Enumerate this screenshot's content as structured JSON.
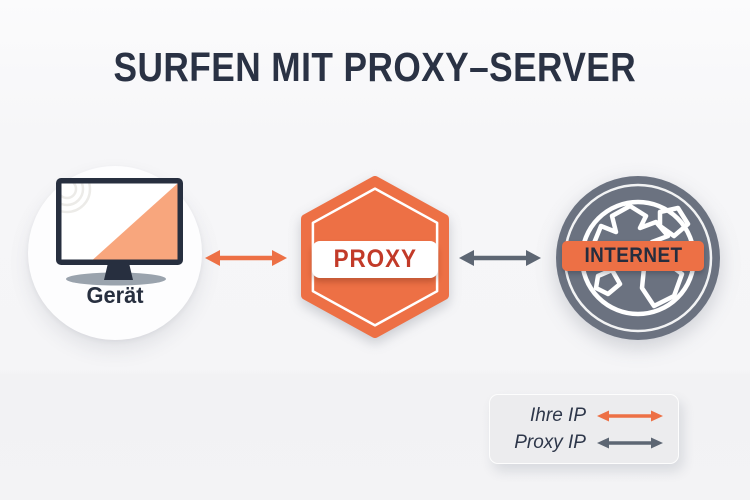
{
  "title": "SURFEN MIT PROXY–SERVER",
  "diagram": {
    "nodes": [
      {
        "id": "device",
        "label": "Gerät",
        "shape": "circle",
        "icon": "monitor-icon"
      },
      {
        "id": "proxy",
        "label": "PROXY",
        "shape": "hexagon",
        "icon": "hexagon-badge-icon"
      },
      {
        "id": "internet",
        "label": "INTERNET",
        "shape": "circle",
        "icon": "globe-icon"
      }
    ],
    "edges": [
      {
        "from": "device",
        "to": "proxy",
        "label": "Ihre IP",
        "color": "#ED7045",
        "style": "double-arrow"
      },
      {
        "from": "proxy",
        "to": "internet",
        "label": "Proxy IP",
        "color": "#5D6673",
        "style": "double-arrow"
      }
    ]
  },
  "legend": {
    "items": [
      {
        "label": "Ihre IP",
        "color": "#ED7045"
      },
      {
        "label": "Proxy IP",
        "color": "#5D6673"
      }
    ]
  },
  "colors": {
    "background": "#F6F7F8",
    "title_text": "#2A3244",
    "orange": "#ED7045",
    "screen_orange": "#F8A67D",
    "proxy_text_red": "#C23A28",
    "globe_gray": "#6B7280",
    "arrow_gray": "#5D6673",
    "monitor_navy": "#272F3F"
  }
}
